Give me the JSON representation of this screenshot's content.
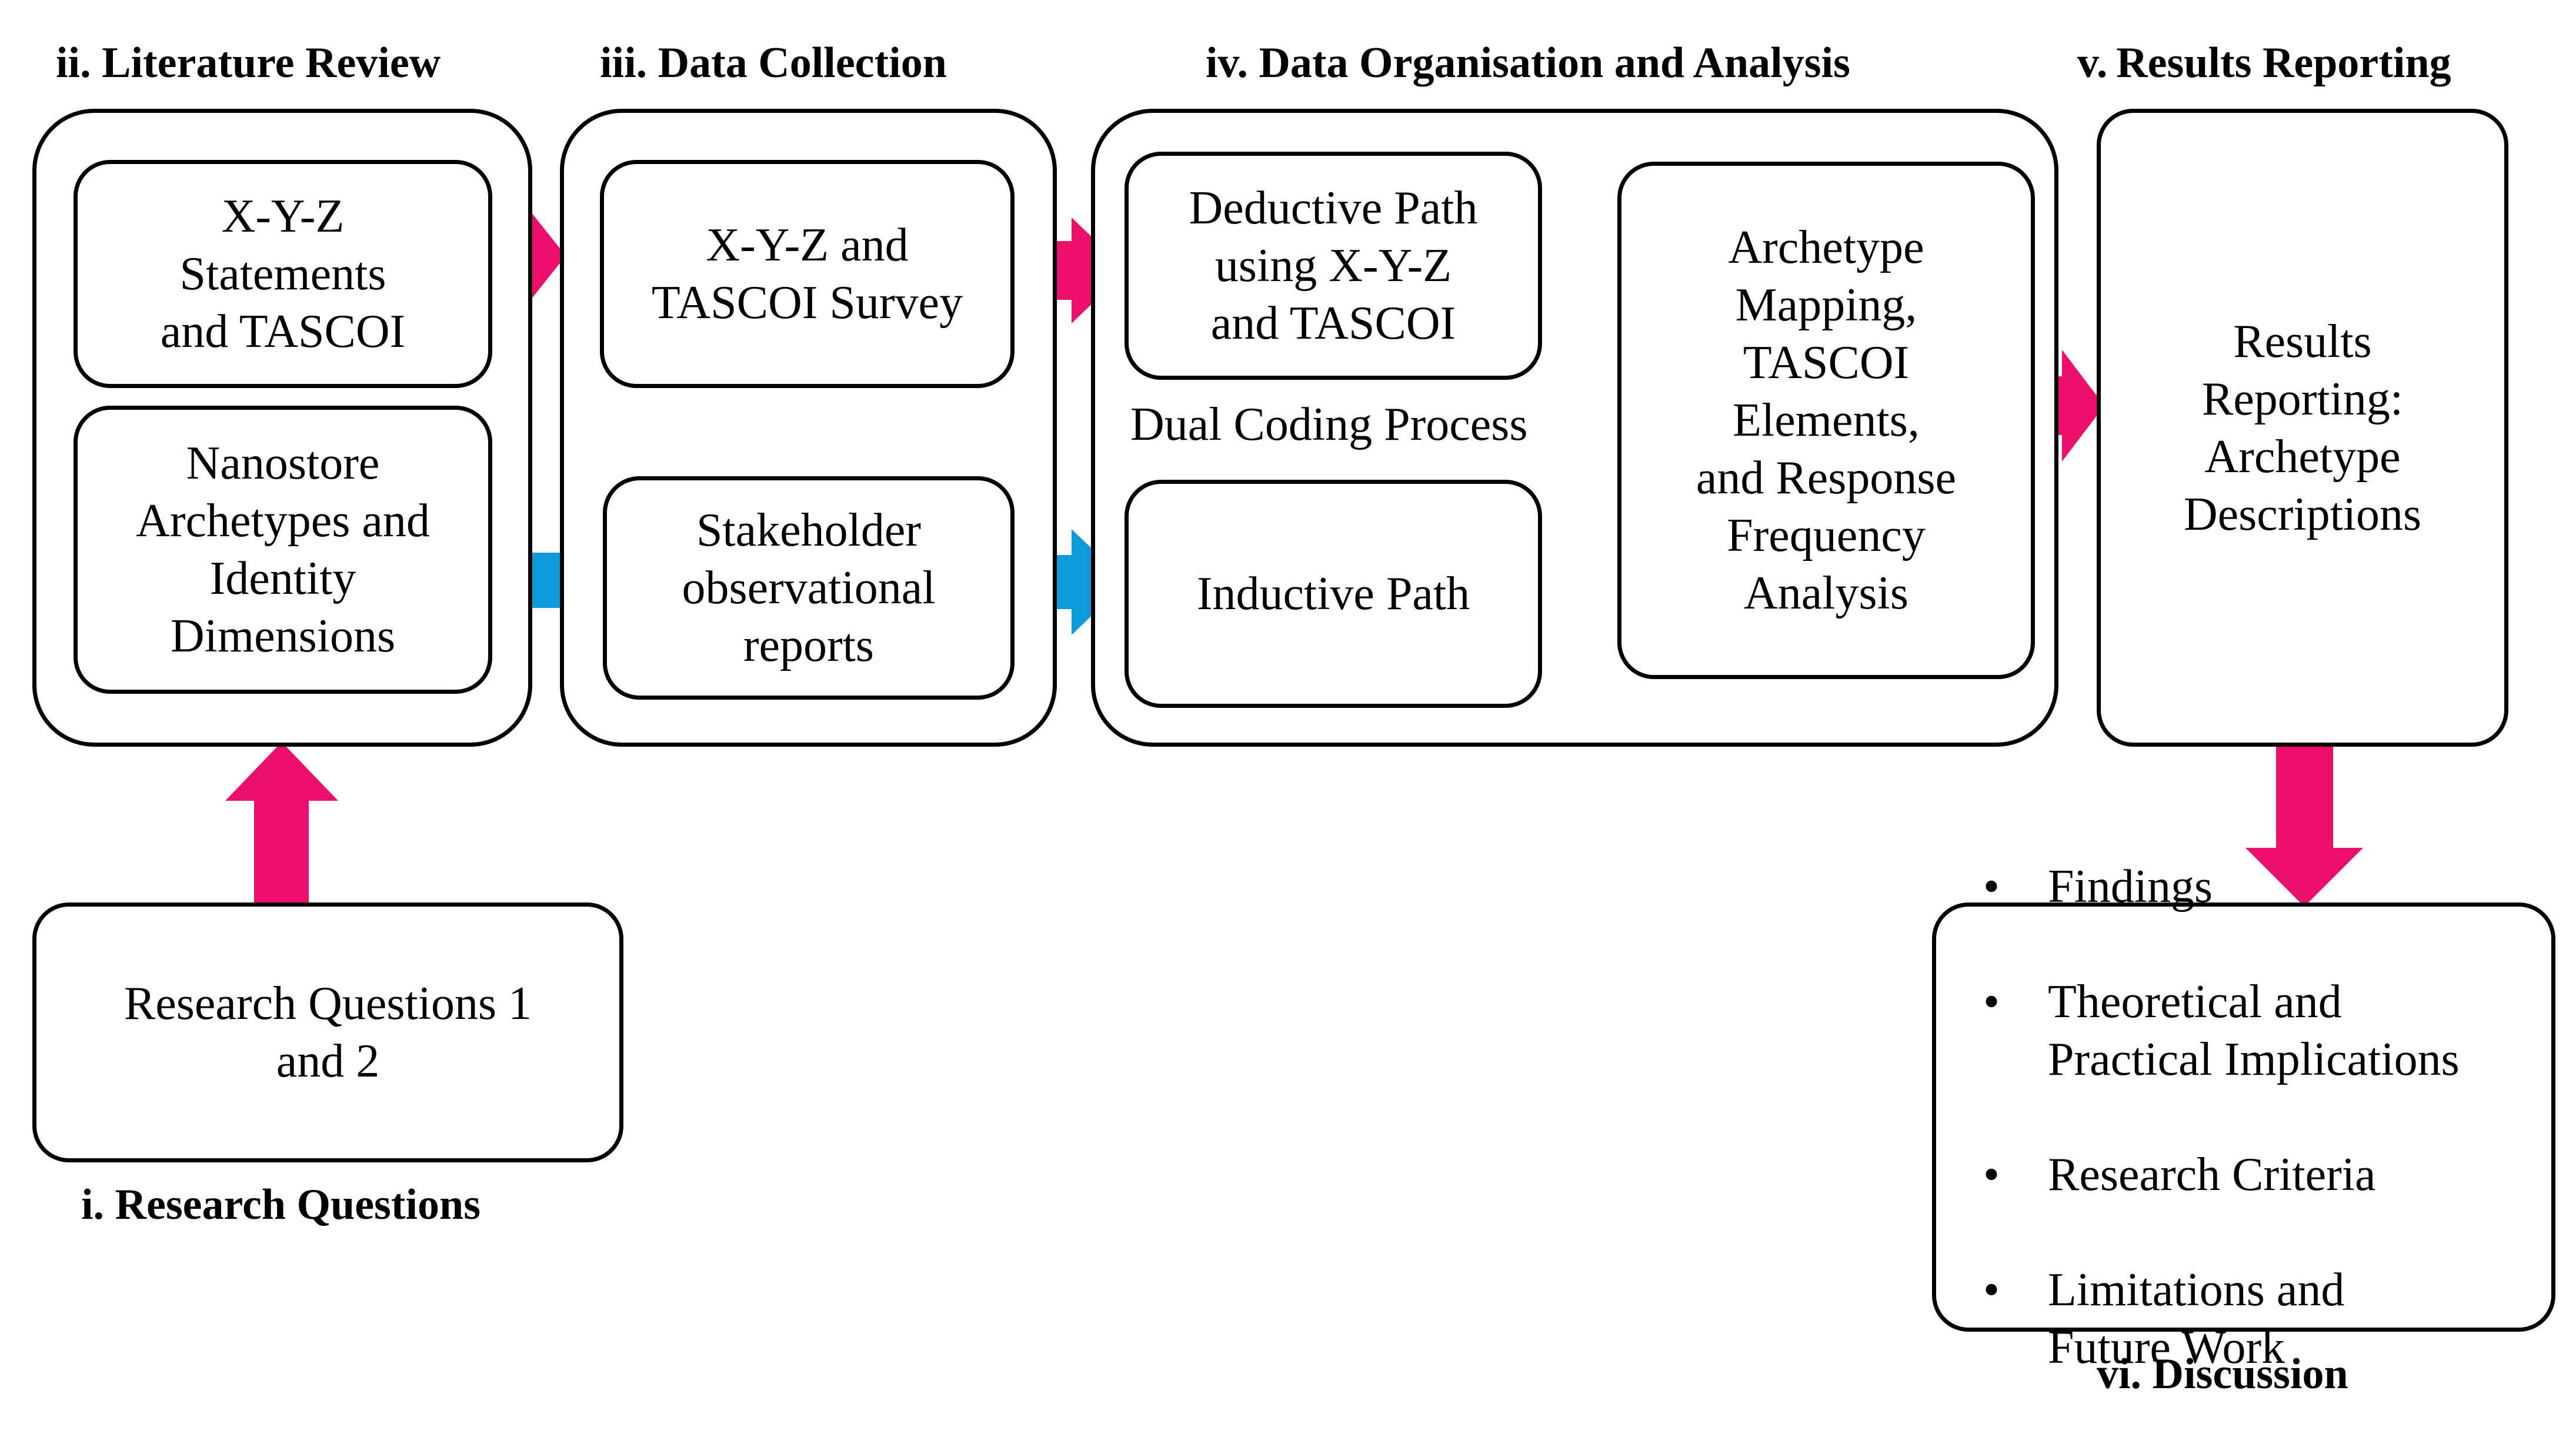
{
  "stages": {
    "s1": "i. Research Questions",
    "s2": "ii. Literature Review",
    "s3": "iii. Data Collection",
    "s4": "iv. Data Organisation and Analysis",
    "s5": "v. Results Reporting",
    "s6": "vi. Discussion"
  },
  "boxes": {
    "xyz_statements": "X-Y-Z\nStatements\nand TASCOI",
    "nanostore_archetypes": "Nanostore\nArchetypes and\nIdentity\nDimensions",
    "xyz_survey": "X-Y-Z and\nTASCOI Survey",
    "stakeholder_reports": "Stakeholder\nobservational\nreports",
    "deductive_path": "Deductive Path\nusing X-Y-Z\nand TASCOI",
    "inductive_path": "Inductive Path",
    "archetype_mapping": "Archetype\nMapping,\nTASCOI\nElements,\nand Response\nFrequency\nAnalysis",
    "results_reporting": "Results\nReporting:\nArchetype\nDescriptions",
    "research_questions": "Research Questions 1\nand 2"
  },
  "dual_coding_label": "Dual Coding Process",
  "discussion_items": [
    "Findings",
    "Theoretical and\nPractical Implications",
    "Research Criteria",
    "Limitations and\nFuture Work"
  ],
  "colors": {
    "pink_arrow": "#EC0F6B",
    "blue_arrow": "#0E9BDB"
  }
}
